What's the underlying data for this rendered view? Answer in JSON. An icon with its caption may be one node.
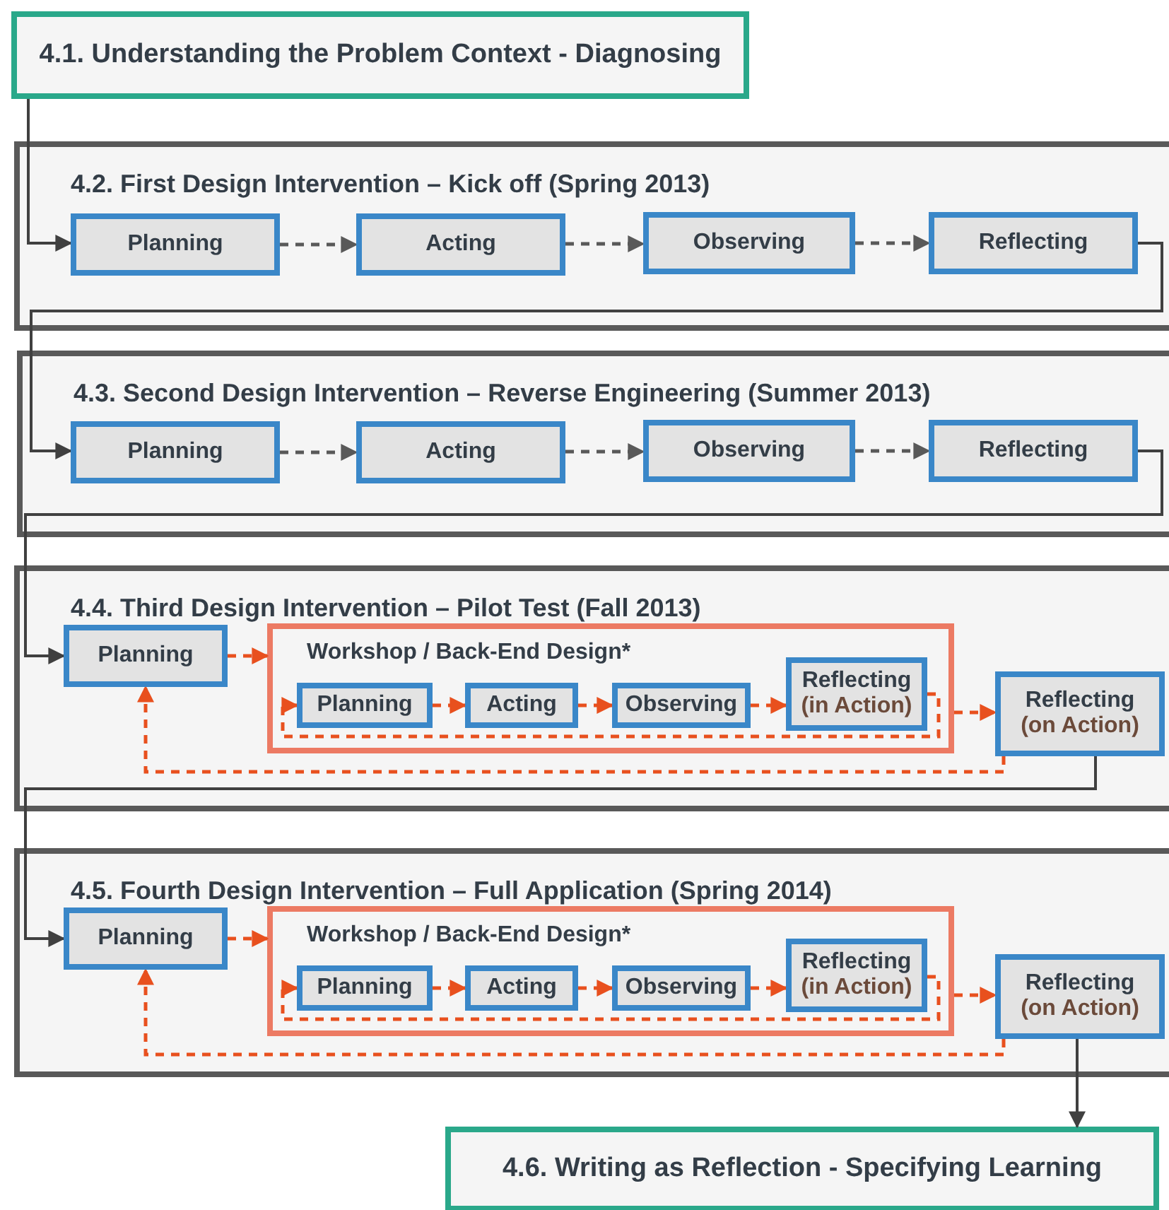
{
  "diagram": {
    "nodes": [
      {
        "text": [
          "4.1. Understanding the Problem Context - Diagnosing"
        ]
      },
      {
        "text": [
          "4.2. First Design Intervention – Kick off (Spring 2013)"
        ]
      },
      {
        "text": [
          "Planning"
        ],
        "in": 1
      },
      {
        "text": [
          "Acting"
        ],
        "in": 1
      },
      {
        "text": [
          "Observing"
        ],
        "in": 1
      },
      {
        "text": [
          "Reflecting"
        ],
        "in": 1
      },
      {
        "text": [
          "4.3. Second Design Intervention – Reverse Engineering (Summer 2013)"
        ]
      },
      {
        "text": [
          "Planning"
        ],
        "in": 6
      },
      {
        "text": [
          "Acting"
        ],
        "in": 6
      },
      {
        "text": [
          "Observing"
        ],
        "in": 6
      },
      {
        "text": [
          "Reflecting"
        ],
        "in": 6
      },
      {
        "text": [
          "4.4. Third Design Intervention – Pilot Test (Fall 2013)"
        ]
      },
      {
        "text": [
          "Planning"
        ],
        "in": 11
      },
      {
        "text": [
          "Workshop / Back-End Design*"
        ],
        "in": 11
      },
      {
        "text": [
          "Planning"
        ],
        "in": 13
      },
      {
        "text": [
          "Acting"
        ],
        "in": 13
      },
      {
        "text": [
          "Observing"
        ],
        "in": 13
      },
      {
        "text": [
          "Reflecting",
          "(in Action)"
        ],
        "in": 13
      },
      {
        "text": [
          "Reflecting",
          "(on Action)"
        ],
        "in": 11
      },
      {
        "text": [
          "4.5. Fourth Design Intervention – Full Application (Spring 2014)"
        ]
      },
      {
        "text": [
          "Planning"
        ],
        "in": 19
      },
      {
        "text": [
          "Workshop / Back-End Design*"
        ],
        "in": 19
      },
      {
        "text": [
          "Planning"
        ],
        "in": 21
      },
      {
        "text": [
          "Acting"
        ],
        "in": 21
      },
      {
        "text": [
          "Observing"
        ],
        "in": 21
      },
      {
        "text": [
          "Reflecting",
          "(in Action)"
        ],
        "in": 21
      },
      {
        "text": [
          "Reflecting",
          "(on Action)"
        ],
        "in": 19
      },
      {
        "text": [
          "4.6. Writing as Reflection - Specifying Learning"
        ]
      }
    ],
    "edges": [
      {
        "from": 0,
        "to": 2,
        "arrow": "to",
        "color": "#404040"
      },
      {
        "from": 2,
        "to": 3,
        "arrow": "to",
        "style": "dashed",
        "color": "#595959"
      },
      {
        "from": 3,
        "to": 4,
        "arrow": "to",
        "style": "dashed",
        "color": "#595959"
      },
      {
        "from": 4,
        "to": 5,
        "arrow": "to",
        "style": "dashed",
        "color": "#595959"
      },
      {
        "from": 5,
        "to": 7,
        "arrow": "to",
        "color": "#404040"
      },
      {
        "from": 7,
        "to": 8,
        "arrow": "to",
        "style": "dashed",
        "color": "#595959"
      },
      {
        "from": 8,
        "to": 9,
        "arrow": "to",
        "style": "dashed",
        "color": "#595959"
      },
      {
        "from": 9,
        "to": 10,
        "arrow": "to",
        "style": "dashed",
        "color": "#595959"
      },
      {
        "from": 10,
        "to": 12,
        "arrow": "to",
        "color": "#404040"
      },
      {
        "from": 12,
        "to": 13,
        "arrow": "to",
        "style": "dashed"
      },
      {
        "from": 14,
        "to": 15,
        "arrow": "to",
        "style": "dashed"
      },
      {
        "from": 15,
        "to": 16,
        "arrow": "to",
        "style": "dashed"
      },
      {
        "from": 16,
        "to": 17,
        "arrow": "to",
        "style": "dashed"
      },
      {
        "from": 17,
        "to": 14,
        "arrow": "to",
        "style": "dashed"
      },
      {
        "from": 13,
        "to": 18,
        "arrow": "to",
        "style": "dashed"
      },
      {
        "from": 18,
        "to": 12,
        "arrow": "to",
        "style": "dashed"
      },
      {
        "from": 18,
        "to": 20,
        "arrow": "to",
        "color": "#404040"
      },
      {
        "from": 20,
        "to": 21,
        "arrow": "to",
        "style": "dashed"
      },
      {
        "from": 22,
        "to": 23,
        "arrow": "to",
        "style": "dashed"
      },
      {
        "from": 23,
        "to": 24,
        "arrow": "to",
        "style": "dashed"
      },
      {
        "from": 24,
        "to": 25,
        "arrow": "to",
        "style": "dashed"
      },
      {
        "from": 25,
        "to": 22,
        "arrow": "to",
        "style": "dashed"
      },
      {
        "from": 21,
        "to": 26,
        "arrow": "to",
        "style": "dashed"
      },
      {
        "from": 26,
        "to": 20,
        "arrow": "to",
        "style": "dashed"
      },
      {
        "from": 26,
        "to": 27,
        "arrow": "to",
        "color": "#404040"
      }
    ]
  }
}
